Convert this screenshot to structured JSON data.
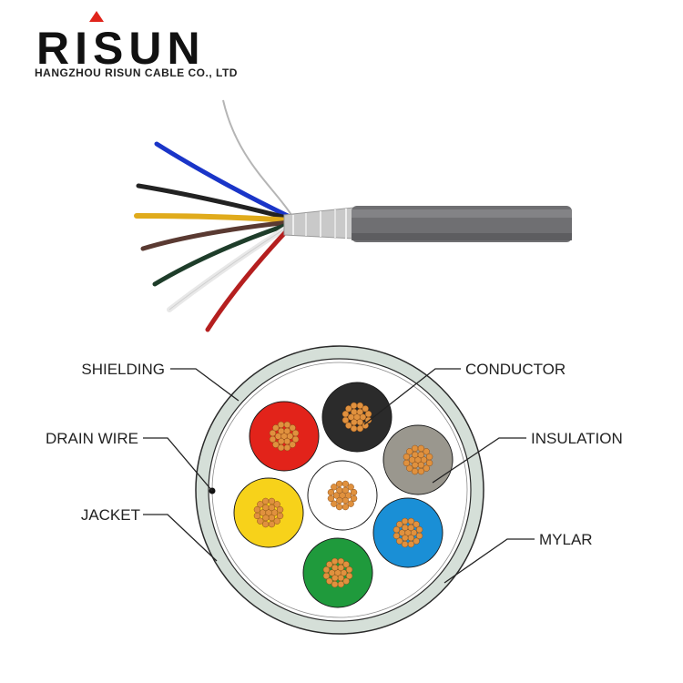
{
  "brand": {
    "logo_text": "RISUN",
    "company_name": "HANGZHOU RISUN CABLE CO., LTD",
    "logo_color": "#111111",
    "accent_color": "#e0241b"
  },
  "diagram": {
    "labels": {
      "shielding": "SHIELDING",
      "drain_wire": "DRAIN WIRE",
      "jacket": "JACKET",
      "conductor": "CONDUCTOR",
      "insulation": "INSULATION",
      "mylar": "MYLAR"
    },
    "jacket_color": "#d5dfd8",
    "conductor_color": "#e0913e",
    "wire_colors": {
      "center": "#ffffff",
      "black": "#2b2b2b",
      "red": "#e2231a",
      "gray": "#9a978e",
      "yellow": "#f7d21a",
      "blue": "#1a8fd6",
      "green": "#1f9a3c"
    },
    "cable_jacket_color": "#6f6f72"
  }
}
